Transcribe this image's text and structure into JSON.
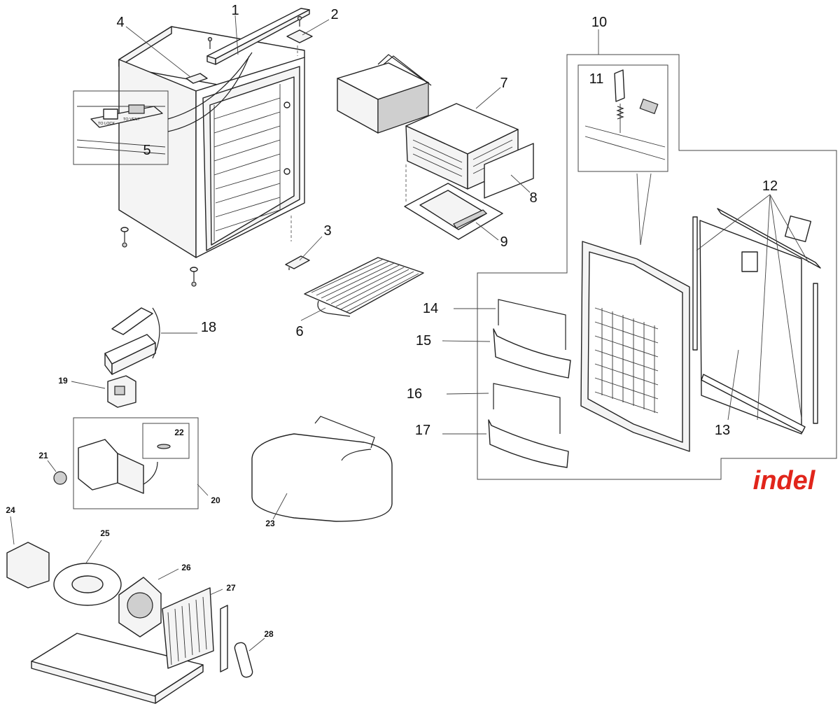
{
  "brand": {
    "name": "indel",
    "color": "#e1251b"
  },
  "inset_labels": {
    "lock": "TO LOCK",
    "vent": "TO VENT"
  },
  "labels": [
    {
      "key": "1",
      "text": "1",
      "size": "lg"
    },
    {
      "key": "2",
      "text": "2",
      "size": "lg"
    },
    {
      "key": "3",
      "text": "3",
      "size": "lg"
    },
    {
      "key": "4",
      "text": "4",
      "size": "lg"
    },
    {
      "key": "5",
      "text": "5",
      "size": "lg"
    },
    {
      "key": "6",
      "text": "6",
      "size": "lg"
    },
    {
      "key": "7",
      "text": "7",
      "size": "lg"
    },
    {
      "key": "8",
      "text": "8",
      "size": "lg"
    },
    {
      "key": "9",
      "text": "9",
      "size": "lg"
    },
    {
      "key": "10",
      "text": "10",
      "size": "lg"
    },
    {
      "key": "11",
      "text": "11",
      "size": "lg"
    },
    {
      "key": "12",
      "text": "12",
      "size": "lg"
    },
    {
      "key": "13",
      "text": "13",
      "size": "lg"
    },
    {
      "key": "14",
      "text": "14",
      "size": "lg"
    },
    {
      "key": "15",
      "text": "15",
      "size": "lg"
    },
    {
      "key": "16",
      "text": "16",
      "size": "lg"
    },
    {
      "key": "17",
      "text": "17",
      "size": "lg"
    },
    {
      "key": "18",
      "text": "18",
      "size": "lg"
    },
    {
      "key": "19",
      "text": "19",
      "size": "sm"
    },
    {
      "key": "20",
      "text": "20",
      "size": "sm"
    },
    {
      "key": "21",
      "text": "21",
      "size": "sm"
    },
    {
      "key": "22",
      "text": "22",
      "size": "sm"
    },
    {
      "key": "23",
      "text": "23",
      "size": "sm"
    },
    {
      "key": "24",
      "text": "24",
      "size": "sm"
    },
    {
      "key": "25",
      "text": "25",
      "size": "sm"
    },
    {
      "key": "26",
      "text": "26",
      "size": "sm"
    },
    {
      "key": "27",
      "text": "27",
      "size": "sm"
    },
    {
      "key": "28",
      "text": "28",
      "size": "sm"
    }
  ]
}
